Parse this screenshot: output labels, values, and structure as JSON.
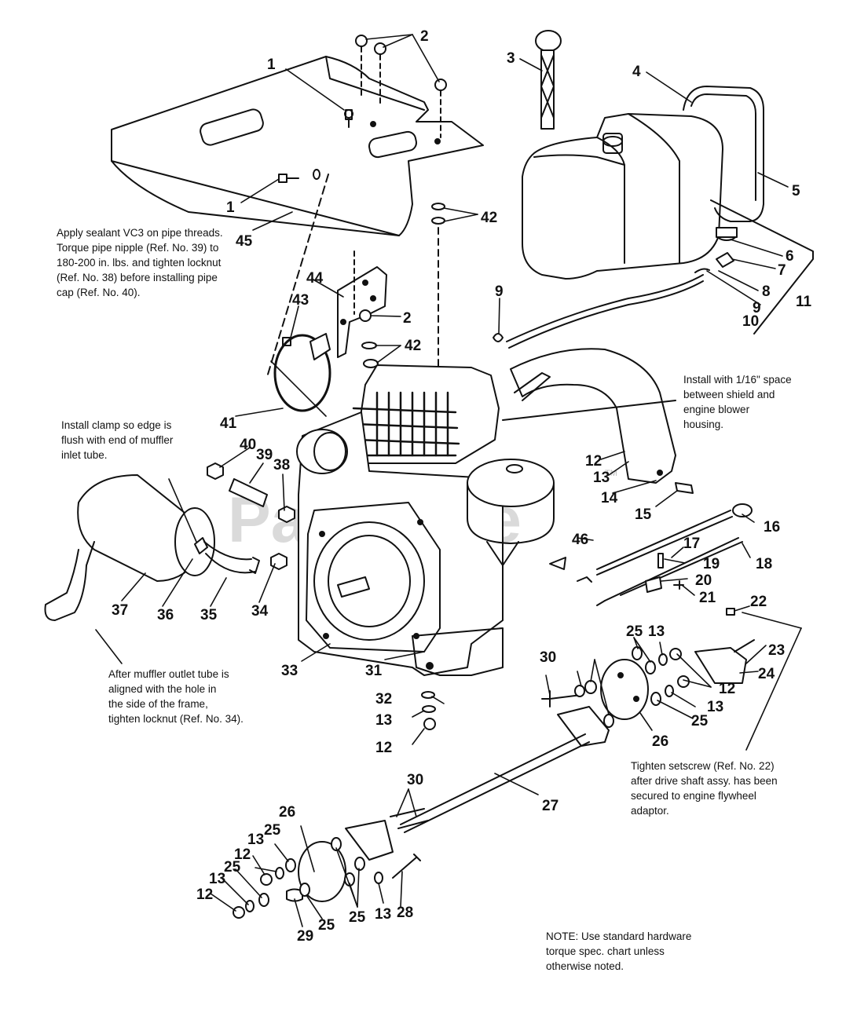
{
  "watermark": {
    "text": "PartsTree",
    "trademark": "TM"
  },
  "notes": {
    "sealant": "Apply sealant VC3 on pipe threads.\nTorque pipe nipple (Ref. No. 39) to\n180-200 in. lbs. and tighten locknut\n(Ref. No. 38) before installing pipe\ncap (Ref. No. 40).",
    "clamp": "Install clamp so edge is\nflush with end of muffler\ninlet tube.",
    "shield": "Install with 1/16\" space\nbetween shield and\nengine blower\nhousing.",
    "muffler": "After muffler outlet tube is\naligned with the hole in\nthe side of the frame,\ntighten locknut (Ref. No. 34).",
    "setscrew": "Tighten setscrew (Ref. No. 22)\nafter drive shaft assy. has been\nsecured to engine flywheel\nadaptor.",
    "hardware": "NOTE: Use standard hardware\ntorque spec. chart unless\notherwise noted."
  },
  "callouts": [
    "1",
    "2",
    "3",
    "4",
    "5",
    "1",
    "45",
    "42",
    "44",
    "43",
    "2",
    "42",
    "41",
    "6",
    "7",
    "8",
    "9",
    "11",
    "9",
    "10",
    "40",
    "39",
    "38",
    "37",
    "36",
    "35",
    "34",
    "33",
    "31",
    "12",
    "13",
    "14",
    "15",
    "16",
    "46",
    "17",
    "18",
    "19",
    "20",
    "21",
    "22",
    "23",
    "24",
    "25",
    "13",
    "12",
    "13",
    "25",
    "30",
    "26",
    "27",
    "32",
    "13",
    "12",
    "30",
    "26",
    "13",
    "25",
    "12",
    "13",
    "25",
    "12",
    "25",
    "13",
    "28",
    "29",
    "25"
  ]
}
